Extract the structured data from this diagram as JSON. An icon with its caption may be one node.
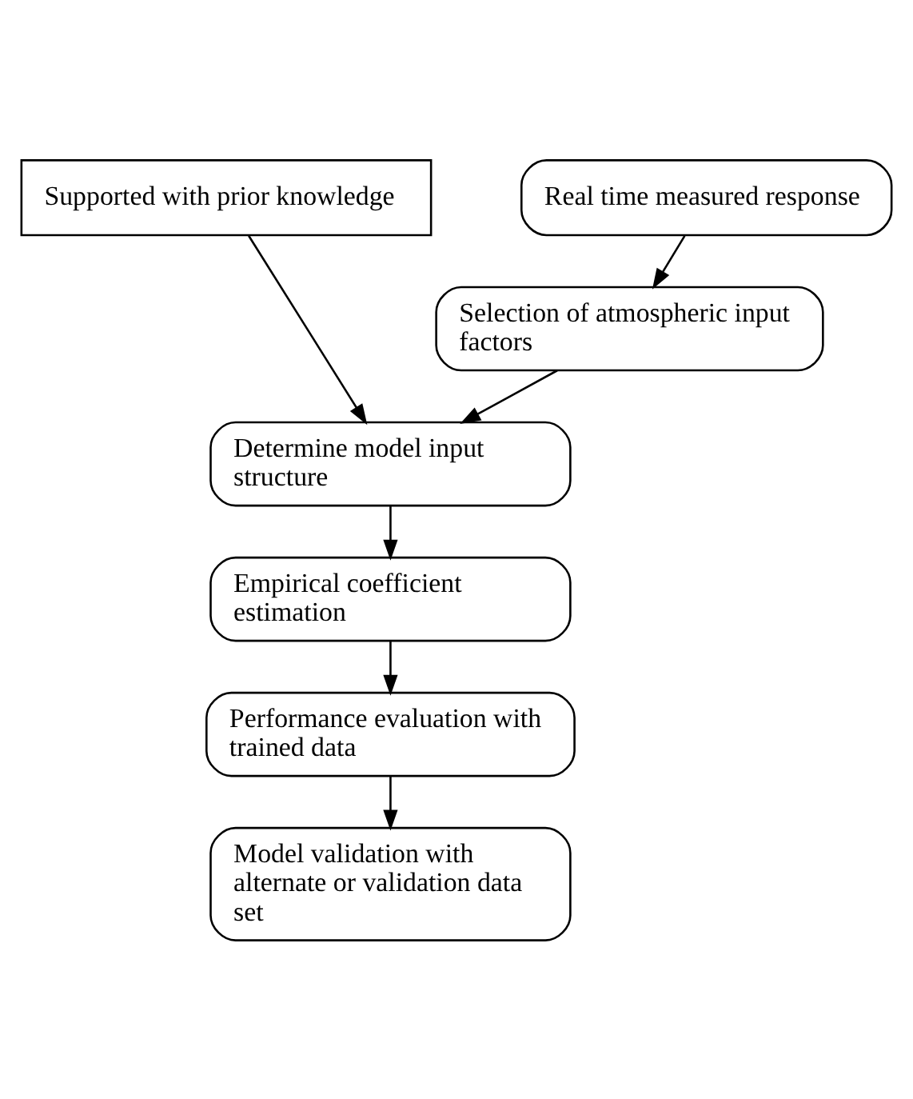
{
  "diagram": {
    "nodes": [
      {
        "text": [
          "Supported with prior knowledge"
        ]
      },
      {
        "text": [
          "Real time measured response"
        ]
      },
      {
        "text": [
          "Selection of atmospheric input factors"
        ]
      },
      {
        "text": [
          "Determine model input structure"
        ]
      },
      {
        "text": [
          "Empirical coefficient estimation"
        ]
      },
      {
        "text": [
          "Performance evaluation with trained data"
        ]
      },
      {
        "text": [
          "Model validation with alternate or validation data set"
        ]
      }
    ],
    "edges": [
      {
        "from": 1,
        "to": 2,
        "arrow": "to"
      },
      {
        "from": 2,
        "to": 3,
        "arrow": "to"
      },
      {
        "from": 0,
        "to": 3,
        "arrow": "to"
      },
      {
        "from": 3,
        "to": 4,
        "arrow": "to"
      },
      {
        "from": 4,
        "to": 5,
        "arrow": "to"
      },
      {
        "from": 5,
        "to": 6,
        "arrow": "to"
      }
    ]
  }
}
